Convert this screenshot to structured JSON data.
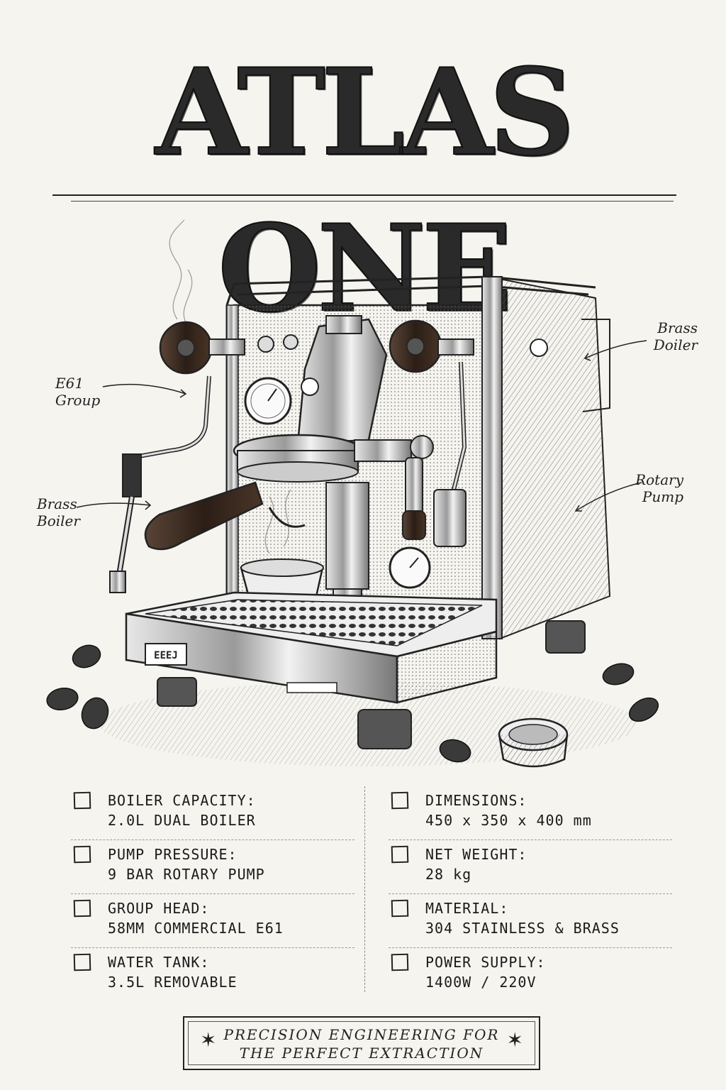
{
  "header": {
    "title": "ATLAS ONE"
  },
  "callouts": {
    "e61_group": [
      "E61",
      "Group"
    ],
    "brass_boiler_left": [
      "Brass",
      "Boiler"
    ],
    "brass_boiler_right": [
      "Brass",
      "Doiler"
    ],
    "rotary_pump": [
      "Rotary",
      "Pump"
    ]
  },
  "machine": {
    "badge": "EEEJ"
  },
  "specs": {
    "left": [
      {
        "label": "BOILER CAPACITY:",
        "value": "2.0L DUAL BOILER"
      },
      {
        "label": "PUMP PRESSURE:",
        "value": "9 BAR ROTARY PUMP"
      },
      {
        "label": "GROUP HEAD:",
        "value": "58MM COMMERCIAL E61"
      },
      {
        "label": "WATER TANK:",
        "value": "3.5L REMOVABLE"
      }
    ],
    "right": [
      {
        "label": "DIMENSIONS:",
        "value": "450 x 350 x 400 mm"
      },
      {
        "label": "NET WEIGHT:",
        "value": "28 kg"
      },
      {
        "label": "MATERIAL:",
        "value": "304 STAINLESS & BRASS"
      },
      {
        "label": "POWER SUPPLY:",
        "value": "1400W / 220V"
      }
    ]
  },
  "footer": {
    "line1": "PRECISION ENGINEERING FOR",
    "line2": "THE PERFECT EXTRACTION"
  },
  "colors": {
    "ink": "#1a1a1a",
    "paper": "#f6f4ef",
    "wood": "#3a2a20"
  }
}
